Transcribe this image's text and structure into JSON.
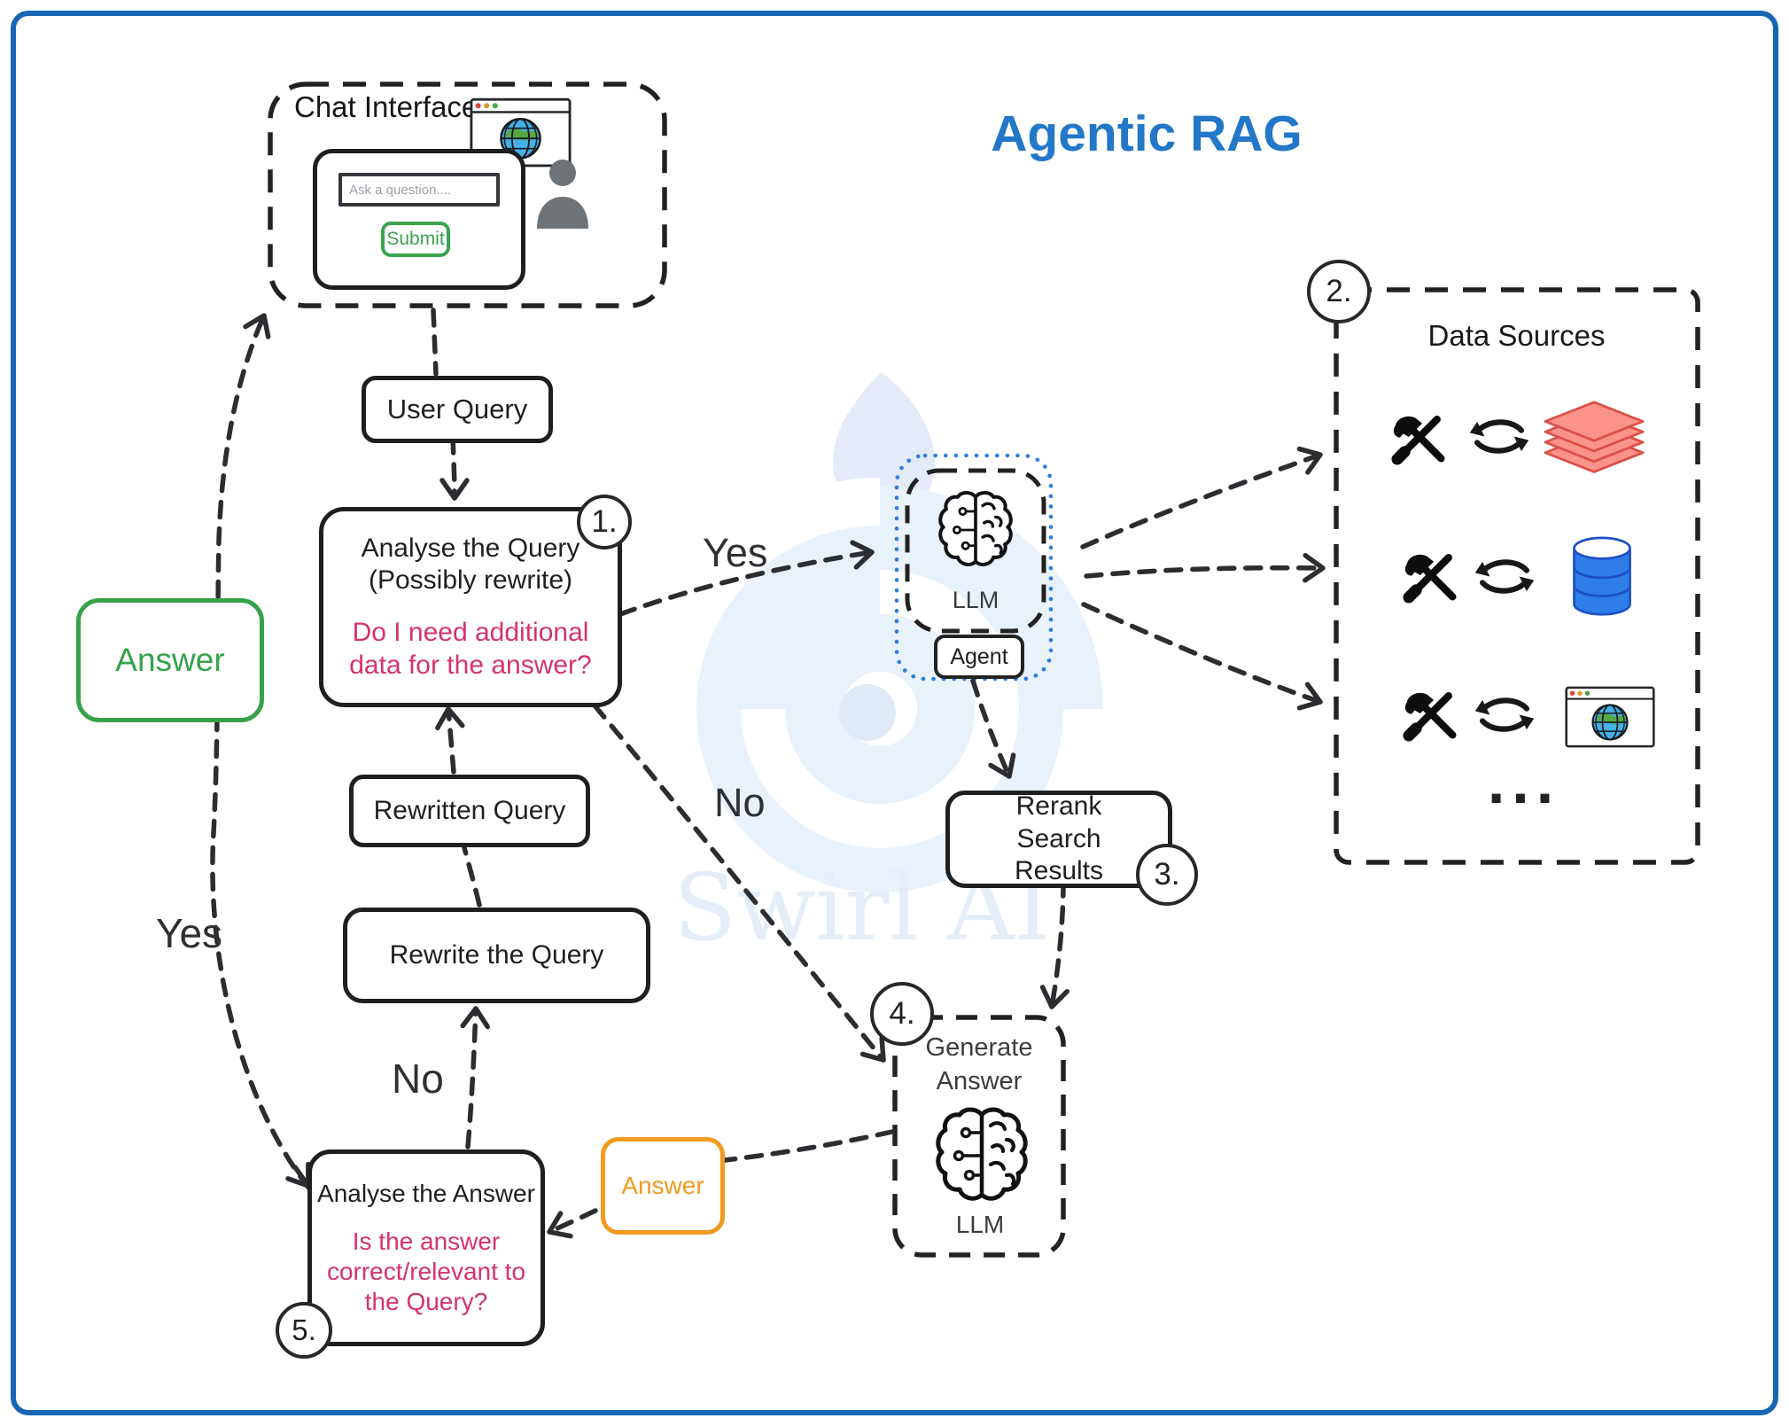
{
  "title": "Agentic RAG",
  "watermark": "Swirl AI",
  "chat_interface": {
    "label": "Chat Interface",
    "input_placeholder": "Ask a question....",
    "submit_label": "Submit"
  },
  "nodes": {
    "user_query": {
      "label": "User Query"
    },
    "analyse_query": {
      "badge": "1.",
      "title": "Analyse the Query",
      "subtitle": "(Possibly rewrite)",
      "question": "Do I need additional data for the answer?"
    },
    "final_answer": {
      "label": "Answer"
    },
    "agent": {
      "llm_label": "LLM",
      "agent_label": "Agent"
    },
    "data_sources": {
      "badge": "2.",
      "title": "Data Sources",
      "more": "..."
    },
    "rerank": {
      "badge": "3.",
      "label": "Rerank Search Results"
    },
    "generate_answer": {
      "badge": "4.",
      "title": "Generate Answer",
      "llm_label": "LLM"
    },
    "answer": {
      "label": "Answer"
    },
    "analyse_answer": {
      "badge": "5.",
      "title": "Analyse the Answer",
      "question": "Is the answer correct/relevant to the Query?"
    },
    "rewritten_query": {
      "label": "Rewritten Query"
    },
    "rewrite_query": {
      "label": "Rewrite the Query"
    }
  },
  "edge_labels": {
    "yes_to_agent": "Yes",
    "no_to_generate": "No",
    "no_to_rewrite": "No",
    "yes_to_chat": "Yes"
  },
  "icons": {
    "browser": "browser-window-icon",
    "user": "user-icon",
    "brain": "llm-brain-icon",
    "tools": "tools-icon",
    "sync": "sync-arrows-icon",
    "layers": "layers-stack-icon",
    "database": "database-icon"
  },
  "colors": {
    "accent_blue": "#2277c8",
    "question_pink": "#d6336c",
    "success_green": "#36a24a",
    "answer_orange": "#f09a1e",
    "agent_border_blue": "#2e7ee2",
    "database_blue": "#2e7de9",
    "layers_red": "#fb938b"
  }
}
